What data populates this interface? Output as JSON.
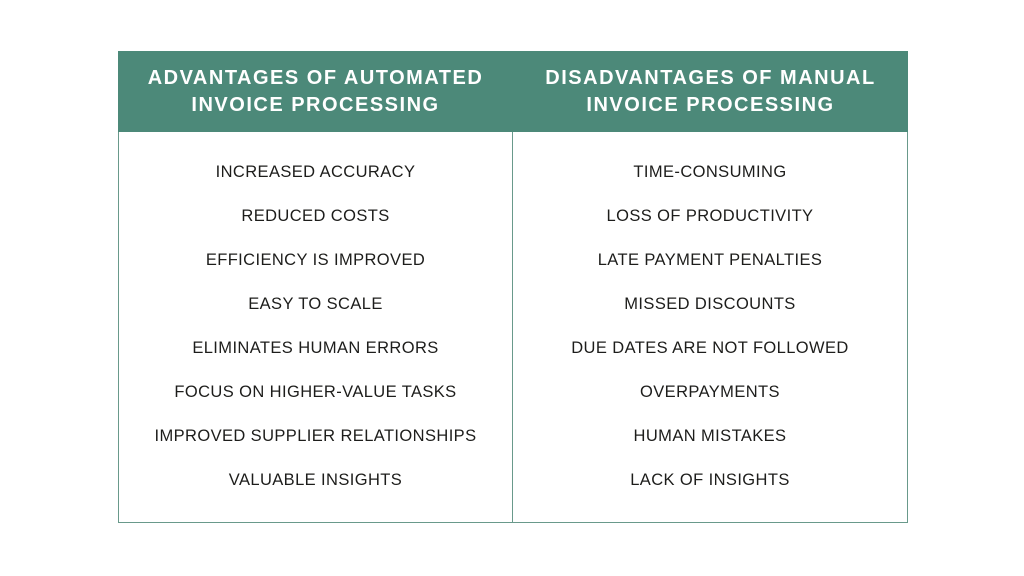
{
  "theme": {
    "header_green": "#4C8979",
    "border_green": "#69998B",
    "text_dark": "#1D1D1B",
    "header_text": "#FFFFFF",
    "page_bg": "#FFFFFF"
  },
  "columns": [
    {
      "header": "ADVANTAGES OF AUTOMATED INVOICE PROCESSING",
      "header_lines": [
        "ADVANTAGES OF AUTOMATED",
        "INVOICE PROCESSING"
      ],
      "items": [
        "INCREASED ACCURACY",
        "REDUCED COSTS",
        "EFFICIENCY IS IMPROVED",
        "EASY TO SCALE",
        "ELIMINATES HUMAN ERRORS",
        "FOCUS ON HIGHER-VALUE TASKS",
        "IMPROVED SUPPLIER RELATIONSHIPS",
        "VALUABLE INSIGHTS"
      ]
    },
    {
      "header": "DISADVANTAGES OF MANUAL INVOICE PROCESSING",
      "header_lines": [
        "DISADVANTAGES OF MANUAL",
        "INVOICE PROCESSING"
      ],
      "items": [
        "TIME-CONSUMING",
        "LOSS OF PRODUCTIVITY",
        "LATE PAYMENT PENALTIES",
        "MISSED DISCOUNTS",
        "DUE DATES ARE NOT FOLLOWED",
        "OVERPAYMENTS",
        "HUMAN MISTAKES",
        "LACK OF INSIGHTS"
      ]
    }
  ]
}
